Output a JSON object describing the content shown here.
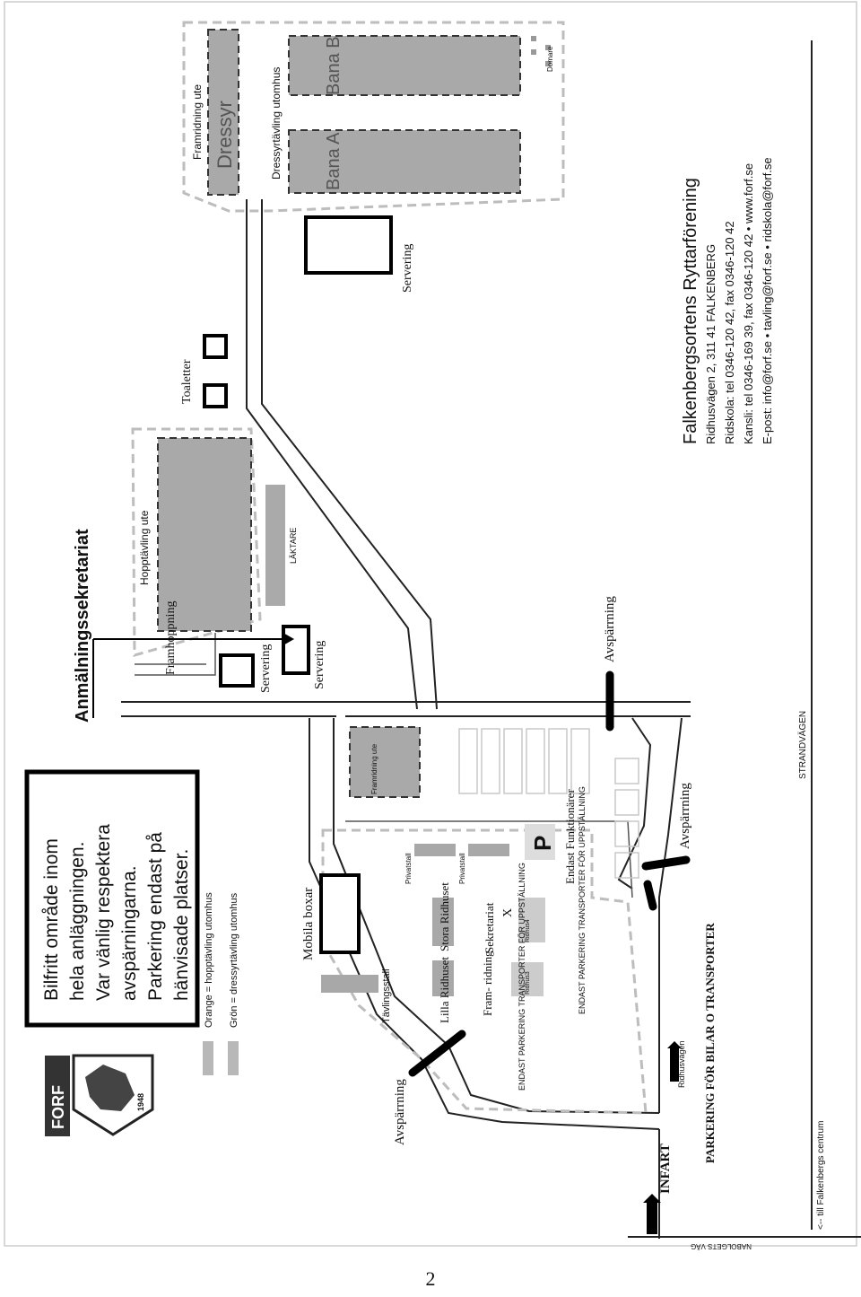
{
  "notice": {
    "lines": [
      "Bilfritt område inom",
      "hela anläggningen.",
      "Var vänlig respektera",
      "avspärningarna.",
      "Parkering endast på",
      "hänvisade platser."
    ]
  },
  "legend": {
    "orange": "Orange = hopptävling utomhus",
    "green": "Grön = dressyrtävling utomhus"
  },
  "logo": {
    "text": "FORF",
    "year": "1948"
  },
  "labels": {
    "anmalningssekretariat": "Anmälningssekretariat",
    "framridning_ute": "Framridning ute",
    "dressyr": "Dressyr",
    "dressyrtavling_utomhus": "Dressyrtävling utomhus",
    "bana_a": "Bana A",
    "bana_b": "Bana B",
    "domare": "Domare",
    "servering_top": "Servering",
    "toaletter": "Toaletter",
    "hopptavling_ute": "Hopptävling ute",
    "framhoppning": "Framhoppning",
    "laktare": "LÄKTARE",
    "servering_1": "Servering",
    "servering_2": "Servering",
    "framridning_ute_lower": "Framridning ute",
    "avsparrning_right": "Avspärrning",
    "avsparrning_mid": "Avspärrning",
    "avsparrning_left": "Avspärrning",
    "strandvagen": "STRANDVÄGEN",
    "mobila_boxar": "Mobila boxar",
    "tavlingsstall": "Tävlingsstall",
    "privatstall_1": "Privatstall",
    "privatstall_2": "Privatstall",
    "lilla_ridhuset": "Lilla Ridhuset",
    "stora_ridhuset": "Stora Ridhuset",
    "sekretariat": "Sekretariat",
    "kansli_x": "X",
    "framridning": "Fram- ridning",
    "ridhus3": "Ridhus3",
    "ridhus4": "Ridhus4",
    "p_sign": "P",
    "endast_funktionarer": "Endast Funktionärer",
    "endast_parkering_1": "ENDAST PARKERING TRANSPORTER FÖR UPPSTÄLLNING",
    "endast_parkering_2": "ENDAST PARKERING TRANSPORTER FÖR UPPSTÄLLNING",
    "ridhusvagen": "Ridhusvägen",
    "parkering_bilar": "PARKERING FÖR BILAR O TRANSPORTER",
    "infart": "INFART",
    "nabolgets_vag": "NABOLGETS VÄG",
    "till_centrum": "<-- till Falkenbergs centrum"
  },
  "club": {
    "name": "Falkenbergsortens Ryttarförening",
    "address": "Ridhusvägen 2, 311 41 FALKENBERG",
    "ridskola": "Ridskola: tel 0346-120 42, fax 0346-120 42",
    "kansli": "Kansli: tel 0346-169 39, fax 0346-120 42 • www.forf.se",
    "email": "E-post: info@forf.se • tavling@forf.se • ridskola@forf.se"
  },
  "page_number": "2"
}
